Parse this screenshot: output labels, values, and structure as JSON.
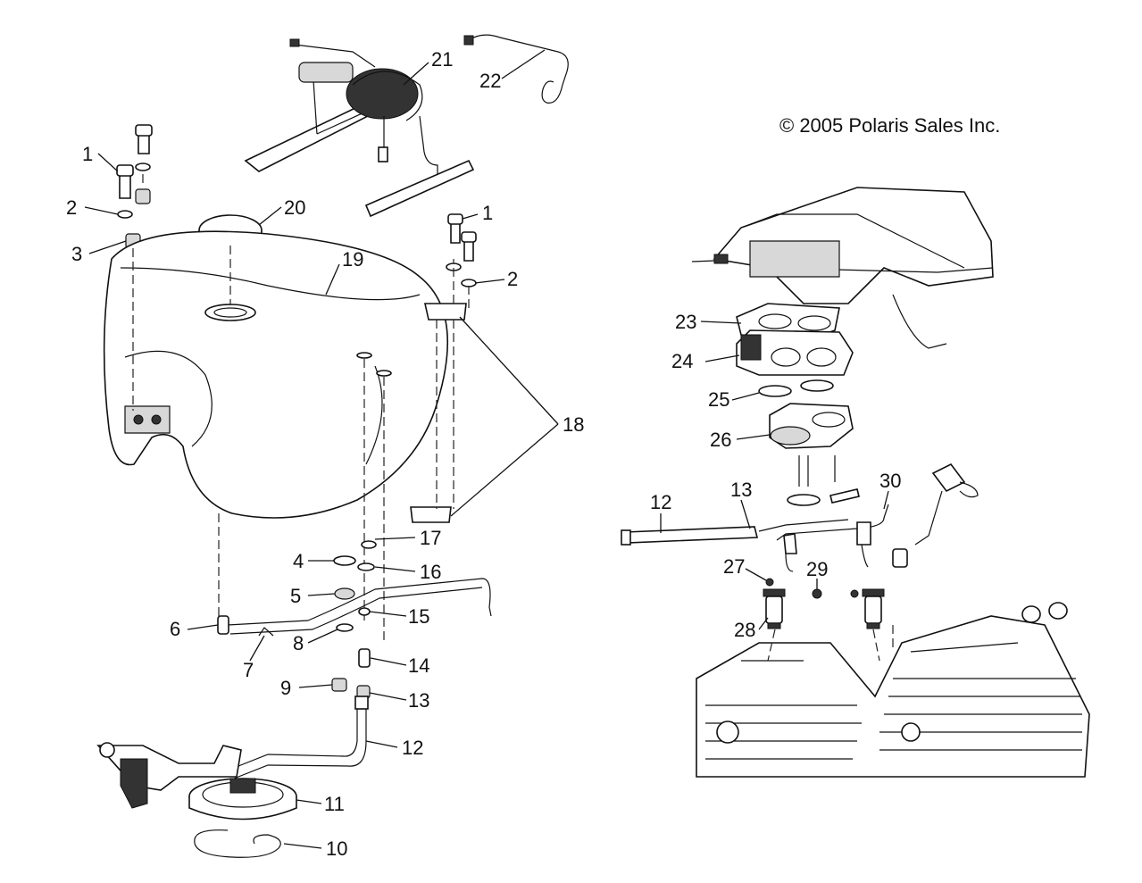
{
  "copyright": "© 2005 Polaris Sales Inc.",
  "callouts": {
    "c1a": "1",
    "c1b": "1",
    "c2a": "2",
    "c2b": "2",
    "c3": "3",
    "c4": "4",
    "c5": "5",
    "c6": "6",
    "c7": "7",
    "c8": "8",
    "c9": "9",
    "c10": "10",
    "c11": "11",
    "c12a": "12",
    "c12b": "12",
    "c13a": "13",
    "c13b": "13",
    "c14": "14",
    "c15": "15",
    "c16": "16",
    "c17": "17",
    "c18": "18",
    "c19": "19",
    "c20": "20",
    "c21": "21",
    "c22": "22",
    "c23": "23",
    "c24": "24",
    "c25": "25",
    "c26": "26",
    "c27": "27",
    "c28": "28",
    "c29": "29",
    "c30": "30"
  }
}
